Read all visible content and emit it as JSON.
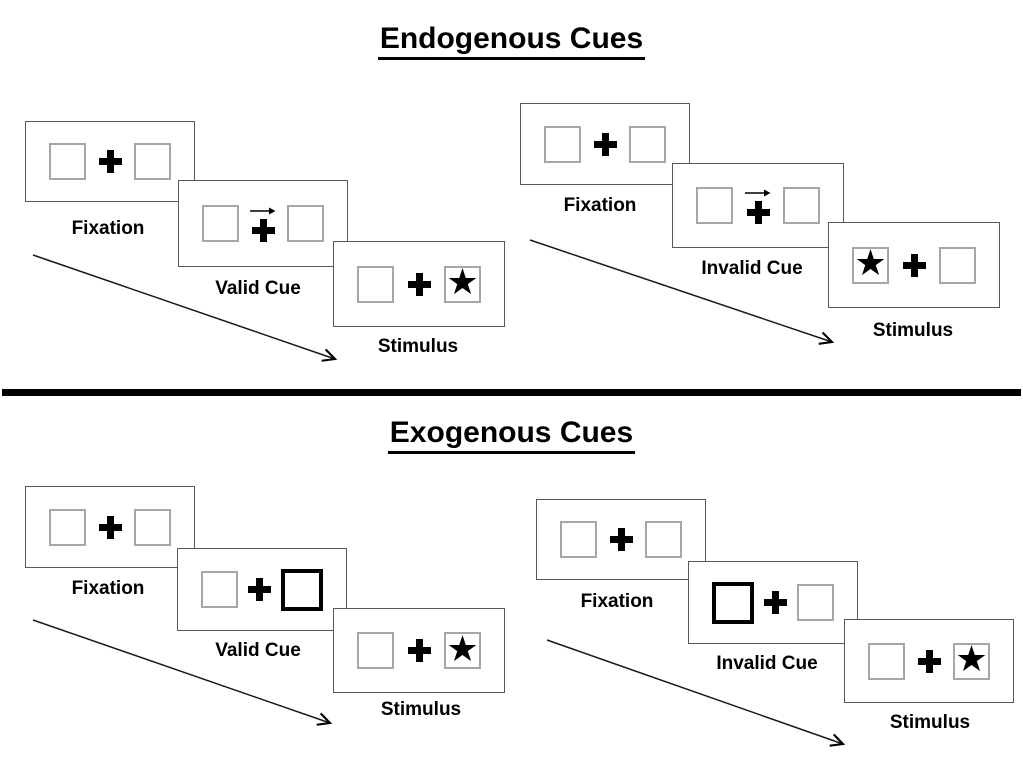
{
  "colors": {
    "background": "#ffffff",
    "panel_border": "#595959",
    "square_border": "#a6a6a6",
    "cue_highlight_border": "#000000",
    "divider": "#000000",
    "text": "#000000"
  },
  "icons": {
    "star_glyph": "★",
    "fixation_cross": "plus-icon",
    "cue_arrow": "right-arrow-icon",
    "timeline_arrow": "diagonal-arrow-icon"
  },
  "sections": [
    {
      "title": "Endogenous Cues",
      "sequences": [
        {
          "name": "valid-trial",
          "cue_type": "central-arrow",
          "arrow_direction": "right",
          "target_side": "right",
          "panels": [
            {
              "label": "Fixation"
            },
            {
              "label": "Valid Cue"
            },
            {
              "label": "Stimulus"
            }
          ]
        },
        {
          "name": "invalid-trial",
          "cue_type": "central-arrow",
          "arrow_direction": "right",
          "target_side": "left",
          "panels": [
            {
              "label": "Fixation"
            },
            {
              "label": "Invalid Cue"
            },
            {
              "label": "Stimulus"
            }
          ]
        }
      ]
    },
    {
      "title": "Exogenous Cues",
      "sequences": [
        {
          "name": "valid-trial",
          "cue_type": "peripheral-box",
          "highlighted_side": "right",
          "target_side": "right",
          "panels": [
            {
              "label": "Fixation"
            },
            {
              "label": "Valid Cue"
            },
            {
              "label": "Stimulus"
            }
          ]
        },
        {
          "name": "invalid-trial",
          "cue_type": "peripheral-box",
          "highlighted_side": "left",
          "target_side": "right",
          "panels": [
            {
              "label": "Fixation"
            },
            {
              "label": "Invalid Cue"
            },
            {
              "label": "Stimulus"
            }
          ]
        }
      ]
    }
  ]
}
